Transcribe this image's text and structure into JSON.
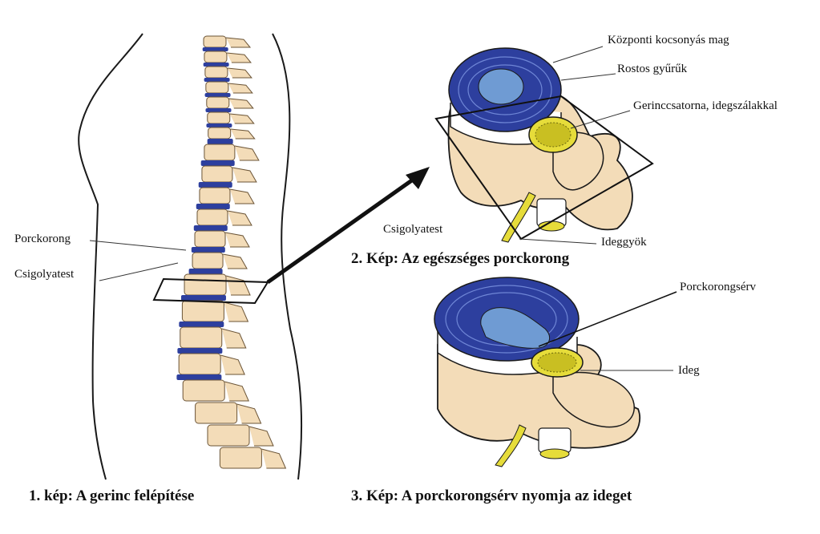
{
  "figure1": {
    "caption": "1. kép: A gerinc felépítése",
    "labels": {
      "disc": "Porckorong",
      "vertebra": "Csigolyatest"
    }
  },
  "figure2": {
    "caption": "2. Kép: Az egészséges porckorong",
    "labels": {
      "nucleus": "Központi kocsonyás mag",
      "annulus": "Rostos gyűrűk",
      "canal": "Gerinccsatorna, idegszálakkal",
      "vertebra": "Csigolyatest",
      "root": "Ideggyök"
    }
  },
  "figure3": {
    "caption": "3. Kép: A porckorongsérv nyomja az ideget",
    "labels": {
      "herniation": "Porckorongsérv",
      "nerve": "Ideg"
    }
  },
  "colors": {
    "disc_blue": "#2d3f9e",
    "nucleus_blue": "#6f9bd3",
    "bone": "#f3dcb8",
    "nerve_yellow": "#e6dc3a",
    "outline": "#1a1a1a"
  }
}
